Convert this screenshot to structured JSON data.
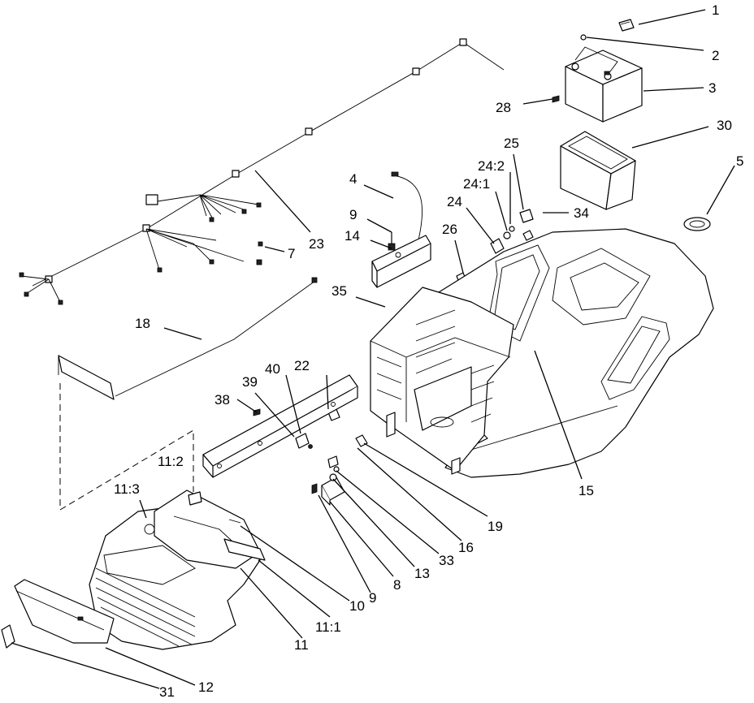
{
  "labels": {
    "p1": "1",
    "p2": "2",
    "p3": "3",
    "p4": "4",
    "p5": "5",
    "p7": "7",
    "p8": "8",
    "p9a": "9",
    "p9b": "9",
    "p10": "10",
    "p11": "11",
    "p11_1": "11:1",
    "p11_2": "11:2",
    "p11_3": "11:3",
    "p12": "12",
    "p13": "13",
    "p14": "14",
    "p15": "15",
    "p16": "16",
    "p18": "18",
    "p19": "19",
    "p22": "22",
    "p23": "23",
    "p24": "24",
    "p24_1": "24:1",
    "p24_2": "24:2",
    "p25": "25",
    "p26": "26",
    "p28": "28",
    "p30": "30",
    "p31": "31",
    "p33": "33",
    "p34": "34",
    "p35": "35",
    "p38": "38",
    "p39": "39",
    "p40": "40"
  }
}
